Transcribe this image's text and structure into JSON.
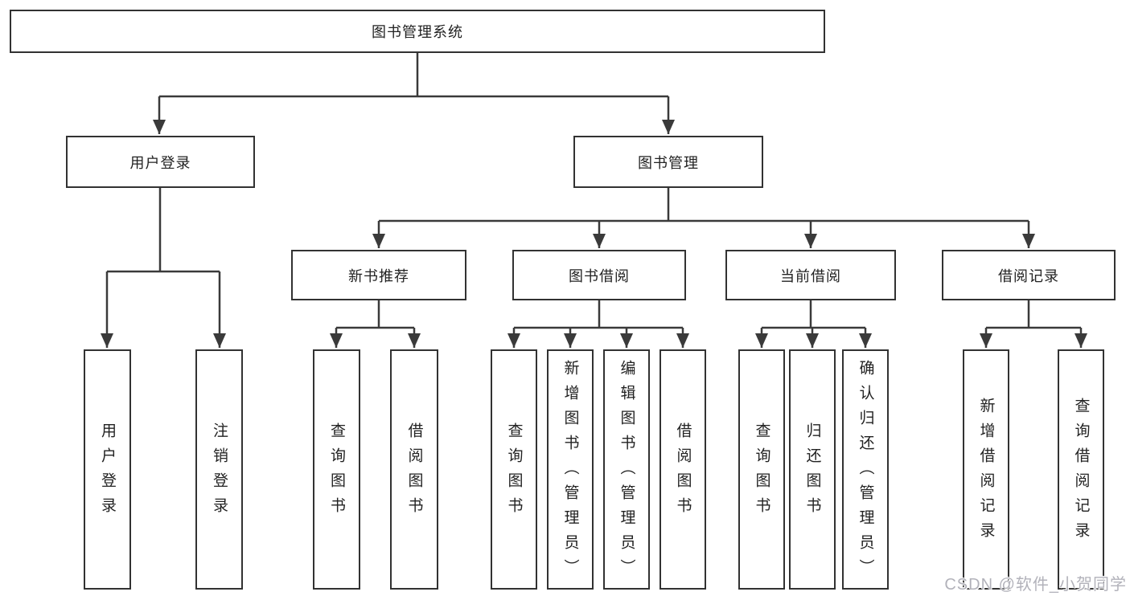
{
  "page": {
    "background": "#ffffff"
  },
  "colors": {
    "connector_line": "#3a3a3a",
    "box_border": "#323232",
    "box_fill": "#ffffff",
    "text": "#222222",
    "watermark": "#b2b2ba"
  },
  "watermark": {
    "text": "CSDN @软件_小贺同学"
  },
  "diagram": {
    "title": "图书管理系统",
    "nodes": {
      "root": "图书管理系统",
      "user_login": "用户登录",
      "book_management": "图书管理",
      "new_book_recommend": "新书推荐",
      "book_borrow": "图书借阅",
      "current_borrow": "当前借阅",
      "borrow_records": "借阅记录",
      "leaf_user_login": "用户登录",
      "leaf_logout": "注销登录",
      "leaf_nbr_query_books": "查询图书",
      "leaf_nbr_borrow_books": "借阅图书",
      "leaf_bb_query_books": "查询图书",
      "leaf_bb_add_books": "新增图书（管理员）",
      "leaf_bb_edit_books": "编辑图书（管理员）",
      "leaf_bb_borrow_books": "借阅图书",
      "leaf_cb_query_books": "查询图书",
      "leaf_cb_return_books": "归还图书",
      "leaf_cb_confirm_return": "确认归还（管理员）",
      "leaf_br_add_record": "新增借阅记录",
      "leaf_br_query_record": "查询借阅记录"
    },
    "hierarchy": {
      "图书管理系统": {
        "用户登录": [
          "用户登录",
          "注销登录"
        ],
        "图书管理": {
          "新书推荐": [
            "查询图书",
            "借阅图书"
          ],
          "图书借阅": [
            "查询图书",
            "新增图书（管理员）",
            "编辑图书（管理员）",
            "借阅图书"
          ],
          "当前借阅": [
            "查询图书",
            "归还图书",
            "确认归还（管理员）"
          ],
          "借阅记录": [
            "新增借阅记录",
            "查询借阅记录"
          ]
        }
      }
    }
  }
}
